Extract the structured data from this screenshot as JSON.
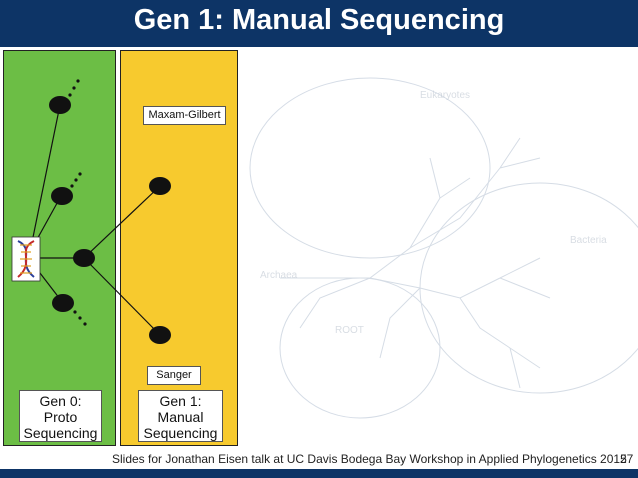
{
  "slide": {
    "title": "Gen 1: Manual Sequencing",
    "footer": "Slides for Jonathan Eisen talk at UC Davis Bodega Bay Workshop in Applied Phylogenetics 2015",
    "page_number": "27"
  },
  "gen0": {
    "label": "Gen 0:\nProto\nSequencing"
  },
  "gen1": {
    "label": "Gen 1:\nManual\nSequencing",
    "methods": [
      "Maxam-Gilbert",
      "Sanger"
    ]
  },
  "background": {
    "tree_labels": [
      "Archaea",
      "Eukaryotes",
      "Bacteria",
      "ROOT"
    ]
  },
  "colors": {
    "title_bar": "#0d3466",
    "gen0_panel": "#6cbe45",
    "gen1_panel": "#f7ca2e",
    "node": "#111111"
  },
  "icons": [
    "dna-icon"
  ]
}
